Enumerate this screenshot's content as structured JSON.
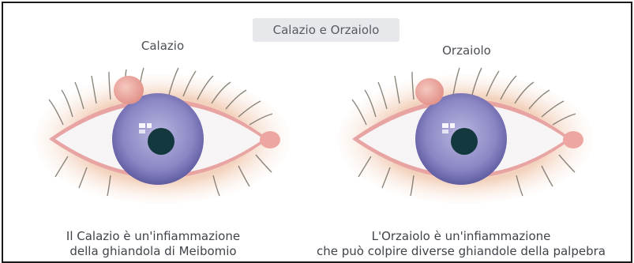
{
  "title": "Calazio e Orzaiolo",
  "left_panel": {
    "label": "Calazio",
    "caption_line1": "Il Calazio è un'infiammazione",
    "caption_line2": "della ghiandola di Meibomio"
  },
  "right_panel": {
    "label": "Orzaiolo",
    "caption_line1": "L'Orzaiolo è un'infiammazione",
    "caption_line2": "che può colpire diverse ghiandole della palpebra"
  },
  "colors": {
    "lid_skin": "#f3d2bd",
    "lid_rim": "#e8a4a2",
    "sclera": "#f6f4f5",
    "iris": "#8a86c4",
    "pupil": "#13393f",
    "bump": "#e59b94",
    "lashes": "#6f6a5e",
    "border": "#1a1a1a"
  }
}
